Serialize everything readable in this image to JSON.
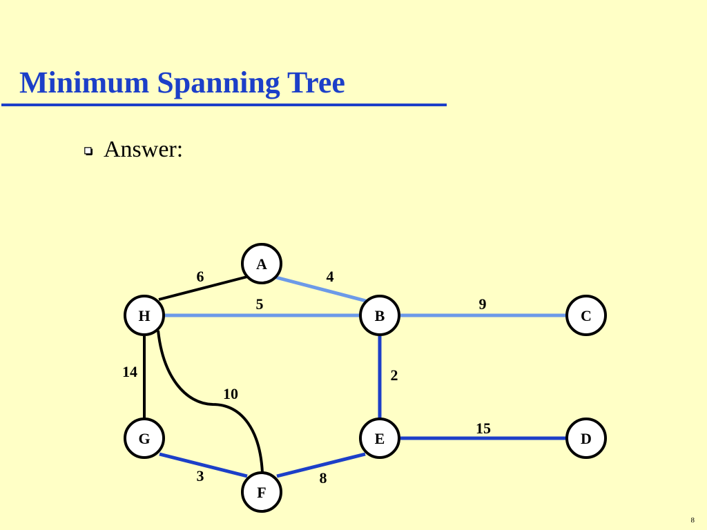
{
  "slide": {
    "title": "Minimum Spanning Tree",
    "bullet": "Answer:",
    "page_number": "8"
  },
  "colors": {
    "background": "#FFFFC6",
    "title": "#1C3FC8",
    "mst_edge_dark": "#1C3FC8",
    "mst_edge_light": "#6C9AE8",
    "non_tree_edge": "#000000"
  },
  "graph": {
    "nodes": [
      {
        "id": "A",
        "label": "A"
      },
      {
        "id": "H",
        "label": "H"
      },
      {
        "id": "B",
        "label": "B"
      },
      {
        "id": "C",
        "label": "C"
      },
      {
        "id": "G",
        "label": "G"
      },
      {
        "id": "E",
        "label": "E"
      },
      {
        "id": "D",
        "label": "D"
      },
      {
        "id": "F",
        "label": "F"
      }
    ],
    "edges": [
      {
        "from": "H",
        "to": "A",
        "weight": "6",
        "in_tree": false,
        "style": "non-tree"
      },
      {
        "from": "A",
        "to": "B",
        "weight": "4",
        "in_tree": true,
        "style": "light"
      },
      {
        "from": "H",
        "to": "B",
        "weight": "5",
        "in_tree": true,
        "style": "light"
      },
      {
        "from": "B",
        "to": "C",
        "weight": "9",
        "in_tree": true,
        "style": "light"
      },
      {
        "from": "B",
        "to": "E",
        "weight": "2",
        "in_tree": true,
        "style": "dark"
      },
      {
        "from": "H",
        "to": "G",
        "weight": "14",
        "in_tree": false,
        "style": "non-tree"
      },
      {
        "from": "H",
        "to": "F",
        "weight": "10",
        "in_tree": false,
        "style": "non-tree"
      },
      {
        "from": "E",
        "to": "D",
        "weight": "15",
        "in_tree": true,
        "style": "dark"
      },
      {
        "from": "G",
        "to": "F",
        "weight": "3",
        "in_tree": true,
        "style": "dark"
      },
      {
        "from": "F",
        "to": "E",
        "weight": "8",
        "in_tree": true,
        "style": "dark"
      }
    ]
  }
}
